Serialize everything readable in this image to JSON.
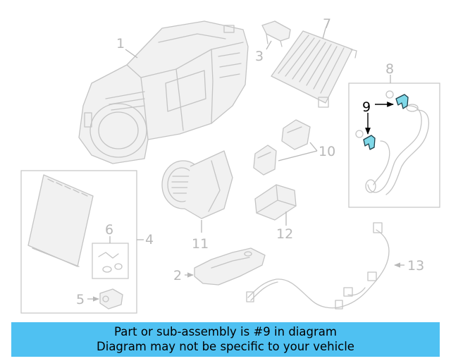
{
  "diagram": {
    "callouts": {
      "c1": "1",
      "c2": "2",
      "c3": "3",
      "c4": "4",
      "c5": "5",
      "c6": "6",
      "c7": "7",
      "c8": "8",
      "c9": "9",
      "c10": "10",
      "c11": "11",
      "c12": "12",
      "c13": "13"
    },
    "highlight_color": "#7fd8e8"
  },
  "banner": {
    "line1": "Part or sub-assembly is #9 in diagram",
    "line2": "Diagram may not be specific to your vehicle",
    "color": "#4fc1f2"
  }
}
